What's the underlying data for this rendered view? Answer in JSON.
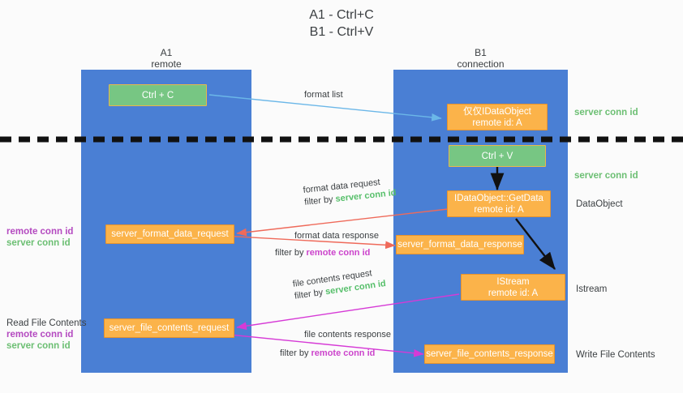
{
  "title": {
    "line1": "A1 - Ctrl+C",
    "line2": "B1 - Ctrl+V"
  },
  "columns": [
    {
      "id": "a1",
      "name": "A1",
      "sub": "remote"
    },
    {
      "id": "b1",
      "name": "B1",
      "sub": "connection"
    }
  ],
  "colors": {
    "lane": "#4a7fd4",
    "green_box": "#77c683",
    "orange_box": "#fbb34a",
    "server_conn_id": "#6cbf73",
    "remote_conn_id": "#b44ac0",
    "arrow_blue": "#6bb7e8",
    "arrow_red": "#ef6a5a",
    "arrow_magenta": "#d63ad6",
    "arrow_black": "#000000",
    "separator": "#111111"
  },
  "boxes": [
    {
      "id": "ctrl-c",
      "style": "green",
      "line1": "Ctrl + C",
      "line2": ""
    },
    {
      "id": "idataobject",
      "style": "orange",
      "line1": "仅仅IDataObject",
      "line2": "remote id: A"
    },
    {
      "id": "ctrl-v",
      "style": "green",
      "line1": "Ctrl + V",
      "line2": ""
    },
    {
      "id": "getdata",
      "style": "orange",
      "line1": "IDataObject::GetData",
      "line2": "remote id: A"
    },
    {
      "id": "server-format-data-request",
      "style": "orange",
      "line1": "server_format_data_request",
      "line2": ""
    },
    {
      "id": "server-format-data-response",
      "style": "orange",
      "line1": "server_format_data_response",
      "line2": ""
    },
    {
      "id": "istream",
      "style": "orange",
      "line1": "IStream",
      "line2": "remote id: A"
    },
    {
      "id": "server-file-contents-request",
      "style": "orange",
      "line1": "server_file_contents_request",
      "line2": ""
    },
    {
      "id": "server-file-contents-response",
      "style": "orange",
      "line1": "server_file_contents_response",
      "line2": ""
    }
  ],
  "right_notes": [
    {
      "id": "server-conn-id-1",
      "text": "server conn id",
      "kind": "green"
    },
    {
      "id": "server-conn-id-2",
      "text": "server conn id",
      "kind": "green"
    },
    {
      "id": "dataobject",
      "text": "DataObject",
      "kind": "plain"
    },
    {
      "id": "istream",
      "text": "Istream",
      "kind": "plain"
    },
    {
      "id": "write-file-contents",
      "text": "Write File Contents",
      "kind": "plain"
    }
  ],
  "left_notes": [
    {
      "id": "conn-ids-format",
      "remote": "remote conn id",
      "server": "server conn id"
    },
    {
      "id": "read-file-contents",
      "title": "Read File Contents",
      "remote": "remote conn id",
      "server": "server conn id"
    }
  ],
  "arrow_labels": [
    {
      "id": "format-list",
      "main": "format list",
      "filter_prefix": "",
      "filter_value": "",
      "filter_kind": ""
    },
    {
      "id": "format-data-request",
      "main": "format data request",
      "filter_prefix": "filter by ",
      "filter_value": "server conn id",
      "filter_kind": "green"
    },
    {
      "id": "format-data-response",
      "main": "format data response",
      "filter_prefix": "filter by ",
      "filter_value": "remote conn id",
      "filter_kind": "purple"
    },
    {
      "id": "file-contents-request",
      "main": "file contents request",
      "filter_prefix": "filter by ",
      "filter_value": "server conn id",
      "filter_kind": "green"
    },
    {
      "id": "file-contents-response",
      "main": "file contents response",
      "filter_prefix": "filter by ",
      "filter_value": "remote conn id",
      "filter_kind": "purple"
    }
  ]
}
